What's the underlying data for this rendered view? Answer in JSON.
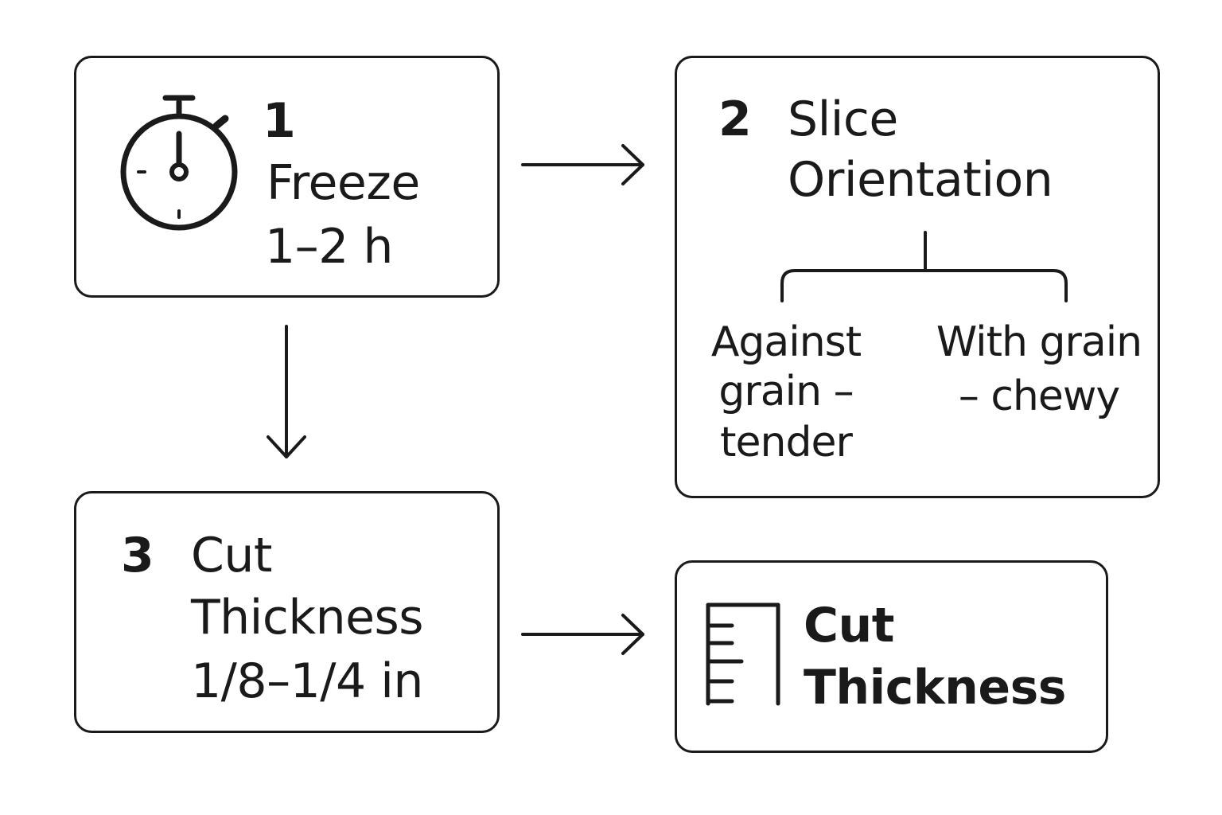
{
  "steps": [
    {
      "number": "1",
      "title": "Freeze",
      "detail": "1–2 h",
      "icon": "stopwatch-icon"
    },
    {
      "number": "2",
      "title_line1": "Slice",
      "title_line2": "Orientation",
      "options": [
        {
          "line1": "Against",
          "line2": "grain –",
          "line3": "tender"
        },
        {
          "line1": "With grain",
          "line2": "– chewy"
        }
      ]
    },
    {
      "number": "3",
      "title_line1": "Cut",
      "title_line2": "Thickness",
      "detail": "1/8–1/4 in"
    },
    {
      "title_line1": "Cut",
      "title_line2": "Thickness",
      "icon": "ruler-icon"
    }
  ],
  "colors": {
    "stroke": "#1a1a1a",
    "background": "#ffffff"
  }
}
